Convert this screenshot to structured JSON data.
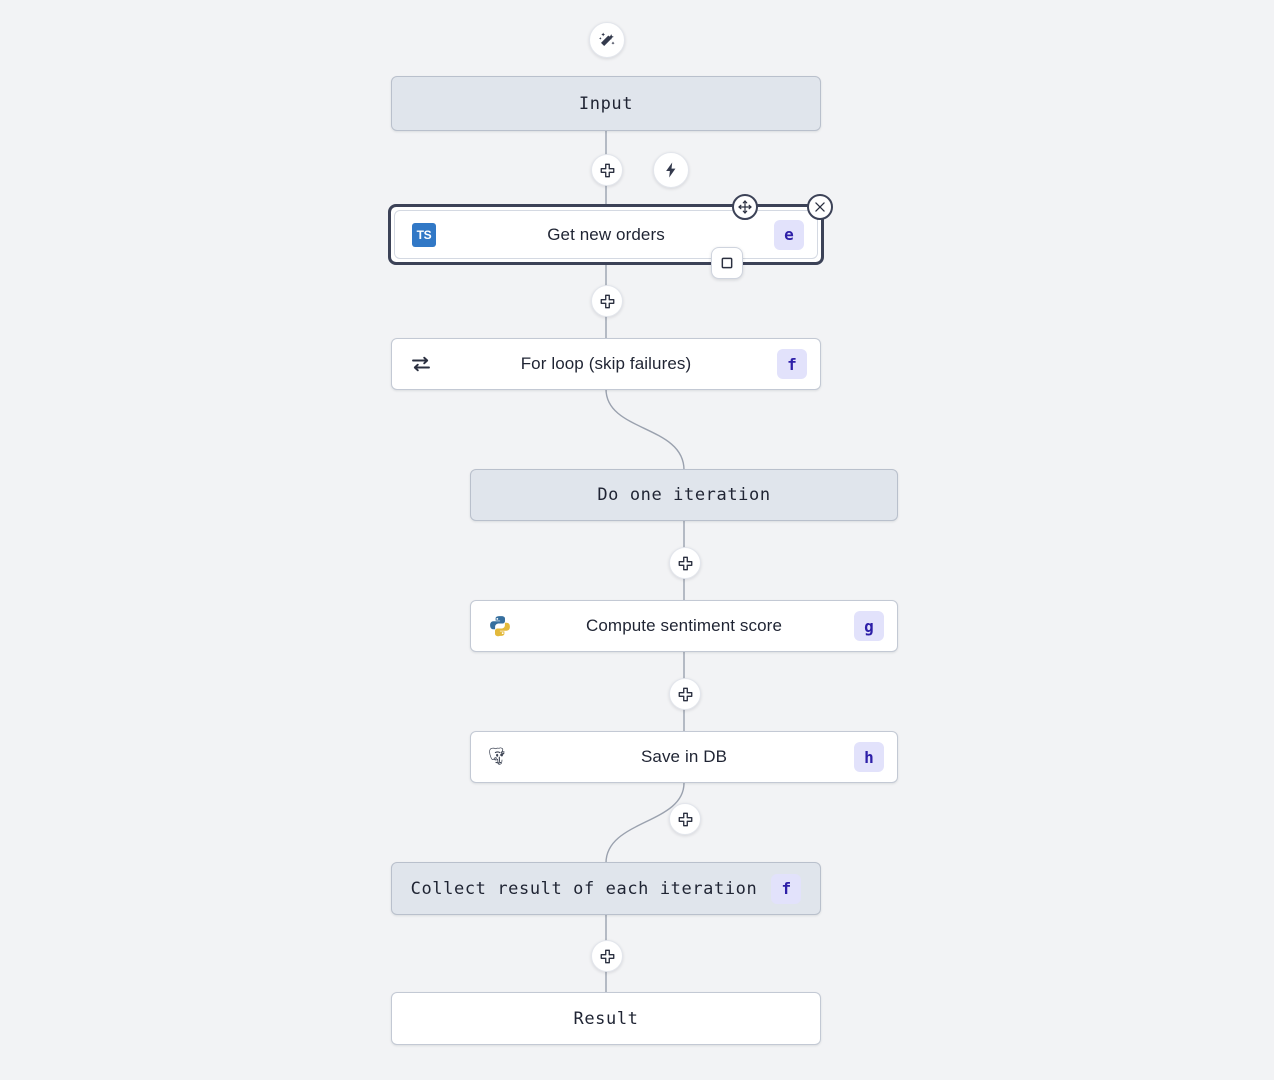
{
  "canvas": {
    "background": "#f2f3f5",
    "accent_badge_bg": "#e2e2fb",
    "accent_badge_fg": "#2d1fa8",
    "tinted_node_bg": "#e0e5ec",
    "selection_outline": "#3c4257",
    "edge_color": "#9aa1ae",
    "typescript_blue": "#3178c6"
  },
  "top_actions": {
    "ai_button_icon": "magic-wand-icon",
    "lightning_button_icon": "lightning-bolt-icon"
  },
  "nodes": [
    {
      "id": "input",
      "label": "Input",
      "style": "tinted",
      "font": "mono",
      "icon": null,
      "badge": null
    },
    {
      "id": "get-new-orders",
      "label": "Get new orders",
      "style": "plain",
      "font": "sans",
      "icon": "typescript-icon",
      "icon_text": "TS",
      "badge": "e",
      "selected": true
    },
    {
      "id": "for-loop",
      "label": "For loop (skip failures)",
      "style": "plain",
      "font": "sans",
      "icon": "loop-repeat-icon",
      "badge": "f"
    },
    {
      "id": "do-one-iteration",
      "label": "Do one iteration",
      "style": "tinted",
      "font": "mono",
      "icon": null,
      "badge": null
    },
    {
      "id": "compute-sentiment-score",
      "label": "Compute sentiment score",
      "style": "plain",
      "font": "sans",
      "icon": "python-icon",
      "badge": "g"
    },
    {
      "id": "save-in-db",
      "label": "Save in DB",
      "style": "plain",
      "font": "sans",
      "icon": "postgresql-icon",
      "badge": "h"
    },
    {
      "id": "collect-result",
      "label": "Collect result of each iteration",
      "style": "tinted",
      "font": "mono",
      "icon": null,
      "badge": "f"
    },
    {
      "id": "result",
      "label": "Result",
      "style": "plain",
      "font": "mono",
      "icon": null,
      "badge": null
    }
  ],
  "selected_node_controls": {
    "move_handle_icon": "move-arrows-icon",
    "close_icon": "close-x-icon",
    "stop_icon": "stop-square-icon"
  },
  "insert_buttons": [
    {
      "id": "insert-after-input",
      "icon": "plus-icon"
    },
    {
      "id": "insert-after-get-new-orders",
      "icon": "plus-icon"
    },
    {
      "id": "insert-after-do-one-iteration",
      "icon": "plus-icon"
    },
    {
      "id": "insert-after-compute-sentiment-score",
      "icon": "plus-icon"
    },
    {
      "id": "insert-after-save-in-db",
      "icon": "plus-icon"
    },
    {
      "id": "insert-after-collect-result",
      "icon": "plus-icon"
    }
  ]
}
